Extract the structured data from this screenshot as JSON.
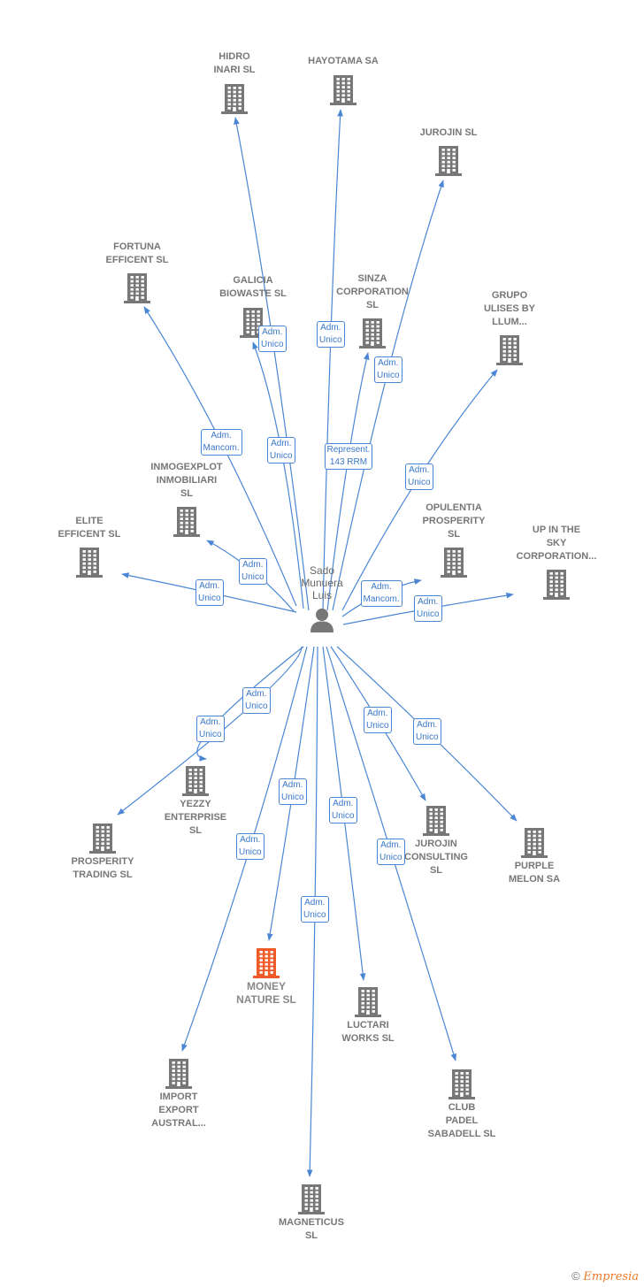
{
  "colors": {
    "edge": "#4a86d4",
    "building": "#777777",
    "highlight": "#f05a28",
    "person": "#777777"
  },
  "center": {
    "name": [
      "Sado",
      "Munuera",
      "Luis"
    ],
    "icon": "person-icon"
  },
  "companies": [
    {
      "id": "hidro-inari",
      "name": [
        "HIDRO",
        "INARI SL"
      ],
      "icon": "building-icon"
    },
    {
      "id": "hayotama",
      "name": [
        "HAYOTAMA SA"
      ],
      "icon": "building-icon"
    },
    {
      "id": "jurojin",
      "name": [
        "JUROJIN SL"
      ],
      "icon": "building-icon"
    },
    {
      "id": "fortuna",
      "name": [
        "FORTUNA",
        "EFFICENT SL"
      ],
      "icon": "building-icon"
    },
    {
      "id": "galicia",
      "name": [
        "GALICIA",
        "BIOWASTE SL"
      ],
      "icon": "building-icon"
    },
    {
      "id": "sinza",
      "name": [
        "SINZA",
        "CORPORATION",
        "SL"
      ],
      "icon": "building-icon"
    },
    {
      "id": "grupo-ulises",
      "name": [
        "GRUPO",
        "ULISES BY",
        "LLUM..."
      ],
      "icon": "building-icon"
    },
    {
      "id": "inmogexplot",
      "name": [
        "INMOGEXPLOT",
        "INMOBILIARI",
        "SL"
      ],
      "icon": "building-icon"
    },
    {
      "id": "elite",
      "name": [
        "ELITE",
        "EFFICENT SL"
      ],
      "icon": "building-icon"
    },
    {
      "id": "opulentia",
      "name": [
        "OPULENTIA",
        "PROSPERITY",
        "SL"
      ],
      "icon": "building-icon"
    },
    {
      "id": "upinthesky",
      "name": [
        "UP IN THE",
        "SKY",
        "CORPORATION..."
      ],
      "icon": "building-icon"
    },
    {
      "id": "yezzy",
      "name": [
        "YEZZY",
        "ENTERPRISE",
        "SL"
      ],
      "icon": "building-icon"
    },
    {
      "id": "prosperity-trading",
      "name": [
        "PROSPERITY",
        "TRADING SL"
      ],
      "icon": "building-icon"
    },
    {
      "id": "jurojin-consulting",
      "name": [
        "JUROJIN",
        "CONSULTING",
        "SL"
      ],
      "icon": "building-icon"
    },
    {
      "id": "purple-melon",
      "name": [
        "PURPLE",
        "MELON SA"
      ],
      "icon": "building-icon"
    },
    {
      "id": "money-nature",
      "name": [
        "MONEY",
        "NATURE SL"
      ],
      "icon": "building-icon",
      "highlight": true
    },
    {
      "id": "luctari",
      "name": [
        "LUCTARI",
        "WORKS SL"
      ],
      "icon": "building-icon"
    },
    {
      "id": "import-export",
      "name": [
        "IMPORT",
        "EXPORT",
        "AUSTRAL..."
      ],
      "icon": "building-icon"
    },
    {
      "id": "club-padel",
      "name": [
        "CLUB",
        "PADEL",
        "SABADELL SL"
      ],
      "icon": "building-icon"
    },
    {
      "id": "magneticus",
      "name": [
        "MAGNETICUS",
        "SL"
      ],
      "icon": "building-icon"
    }
  ],
  "relations": [
    {
      "to": "hidro-inari",
      "label": [
        "Adm.",
        "Unico"
      ]
    },
    {
      "to": "hayotama",
      "label": [
        "Adm.",
        "Unico"
      ]
    },
    {
      "to": "jurojin",
      "label": [
        "Adm.",
        "Unico"
      ]
    },
    {
      "to": "fortuna",
      "label": [
        "Adm.",
        "Mancom."
      ]
    },
    {
      "to": "galicia",
      "label": [
        "Adm.",
        "Unico"
      ]
    },
    {
      "to": "sinza",
      "label": [
        "Represent.",
        "143 RRM"
      ]
    },
    {
      "to": "grupo-ulises",
      "label": [
        "Adm.",
        "Unico"
      ]
    },
    {
      "to": "inmogexplot",
      "label": [
        "Adm.",
        "Unico"
      ]
    },
    {
      "to": "elite",
      "label": [
        "Adm.",
        "Unico"
      ]
    },
    {
      "to": "opulentia",
      "label": [
        "Adm.",
        "Mancom."
      ]
    },
    {
      "to": "upinthesky",
      "label": [
        "Adm.",
        "Unico"
      ]
    },
    {
      "to": "yezzy",
      "label": [
        "Adm.",
        "Unico"
      ]
    },
    {
      "to": "prosperity-trading",
      "label": [
        "Adm.",
        "Unico"
      ]
    },
    {
      "to": "jurojin-consulting",
      "label": [
        "Adm.",
        "Unico"
      ]
    },
    {
      "to": "purple-melon",
      "label": [
        "Adm.",
        "Unico"
      ]
    },
    {
      "to": "money-nature",
      "label": [
        "Adm.",
        "Unico"
      ]
    },
    {
      "to": "luctari",
      "label": [
        "Adm.",
        "Unico"
      ]
    },
    {
      "to": "import-export",
      "label": [
        "Adm.",
        "Unico"
      ]
    },
    {
      "to": "club-padel",
      "label": [
        "Adm.",
        "Unico"
      ]
    },
    {
      "to": "magneticus",
      "label": [
        "Adm.",
        "Unico"
      ]
    }
  ],
  "footer": {
    "copyright": "©",
    "brand": "Empresia"
  }
}
